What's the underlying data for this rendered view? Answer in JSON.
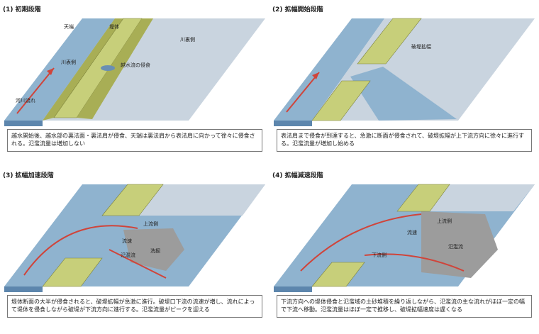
{
  "panels": [
    {
      "title": "(1) 初期段階",
      "labels": [
        "天端",
        "堤体",
        "川表側",
        "川裏側",
        "越水流の侵食",
        "河川流れ"
      ],
      "caption": "越水開始後、越水部の裏法面・裏法肩が侵食、天端は裏法肩から表法肩に向かって徐々に侵食される。氾濫流量は増加しない"
    },
    {
      "title": "(2) 拡幅開始段階",
      "labels": [
        "破堤拡幅"
      ],
      "caption": "表法肩まで侵食が到達すると、急激に断面が侵食されて、破堤拡幅が上下流方向に徐々に進行する。氾濫流量が増加し始める"
    },
    {
      "title": "(3) 拡幅加速段階",
      "labels": [
        "上流側",
        "流速",
        "洗掘",
        "氾濫流"
      ],
      "caption": "堤体断面の大半が侵食されると、破堤拡幅が急激に進行。破堤口下流の流速が増し、流れによって堤体を侵食しながら破堤が下流方向に進行する。氾濫流量がピークを迎える"
    },
    {
      "title": "(4) 拡幅減速段階",
      "labels": [
        "上流側",
        "流速",
        "氾濫流",
        "下流側"
      ],
      "caption": "下流方向への堤体侵食と氾濫域の土砂堆積を繰り返しながら、氾濫流の主な流れがほぼ一定の幅で下流へ移動。氾濫流量はほぼ一定で推移し、破堤拡幅速度は遅くなる"
    }
  ],
  "colors": {
    "water": "#8fb3cf",
    "water_dark": "#5d86ad",
    "land": "#c9d4df",
    "levee_top": "#c7cf7a",
    "levee_side": "#a8ae55",
    "flow_arrow": "#d0443a",
    "scour": "#9c9c9c"
  }
}
